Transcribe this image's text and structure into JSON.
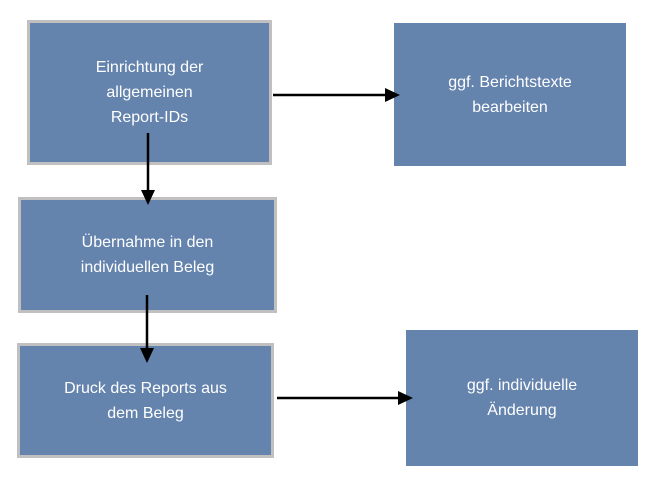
{
  "diagram": {
    "type": "flowchart",
    "background_color": "#ffffff",
    "node_fill_color": "#6483AD",
    "node_border_color": "#C1BFBF",
    "node_text_color": "#ffffff",
    "arrow_color": "#000000",
    "nodes": [
      {
        "id": "einrichtung",
        "lines": [
          "Einrichtung der",
          "allgemeinen",
          "Report-IDs"
        ]
      },
      {
        "id": "berichtstexte",
        "lines": [
          "ggf. Berichtstexte",
          "bearbeiten"
        ]
      },
      {
        "id": "uebernahme",
        "lines": [
          "Übernahme in den",
          "individuellen Beleg"
        ]
      },
      {
        "id": "druck",
        "lines": [
          "Druck des Reports aus",
          "dem Beleg"
        ]
      },
      {
        "id": "aenderung",
        "lines": [
          "ggf. individuelle",
          "Änderung"
        ]
      }
    ],
    "edges": [
      {
        "from": "einrichtung",
        "to": "berichtstexte",
        "direction": "right"
      },
      {
        "from": "einrichtung",
        "to": "uebernahme",
        "direction": "down"
      },
      {
        "from": "uebernahme",
        "to": "druck",
        "direction": "down"
      },
      {
        "from": "druck",
        "to": "aenderung",
        "direction": "right"
      }
    ]
  }
}
